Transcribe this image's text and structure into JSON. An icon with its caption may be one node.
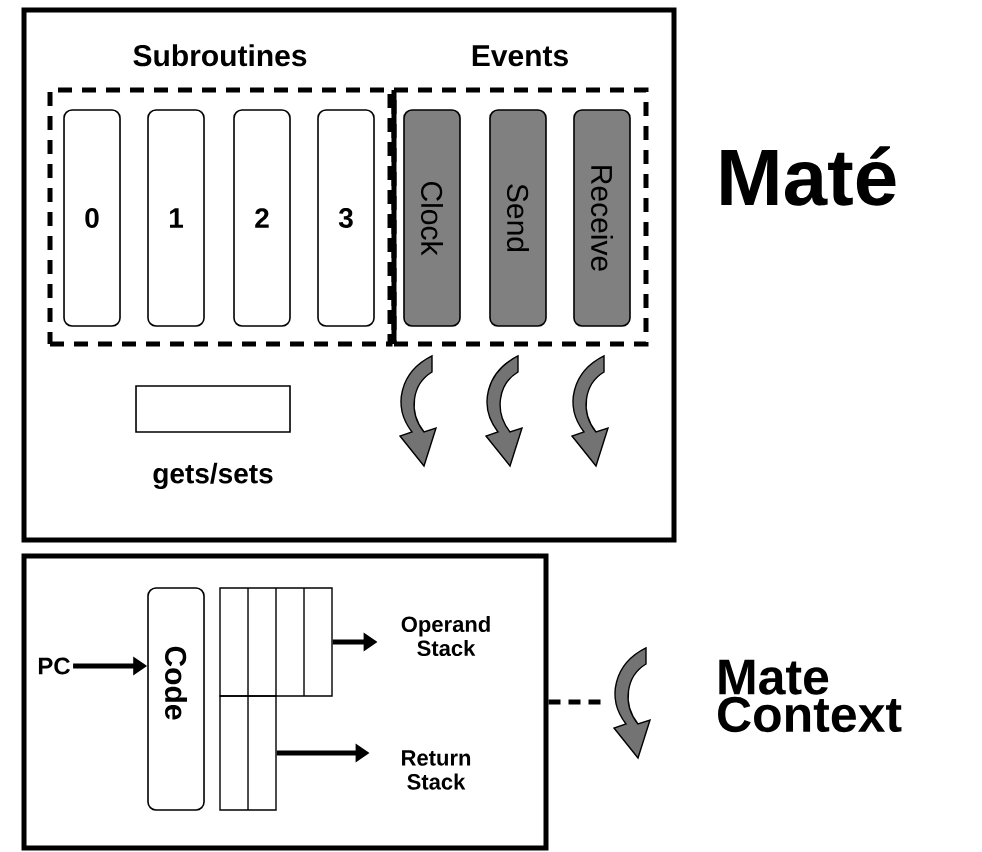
{
  "diagram": {
    "nodes": [
      {
        "text": [],
        "shape": "box"
      },
      {
        "text": [
          "Subroutines"
        ],
        "in": 0
      },
      {
        "text": [
          "Events"
        ],
        "in": 0
      },
      {
        "text": [
          "0"
        ],
        "in": 1
      },
      {
        "text": [
          "1"
        ],
        "in": 1
      },
      {
        "text": [
          "2"
        ],
        "in": 1
      },
      {
        "text": [
          "3"
        ],
        "in": 1
      },
      {
        "text": [
          "Clock"
        ],
        "in": 2
      },
      {
        "text": [
          "Send"
        ],
        "in": 2
      },
      {
        "text": [
          "Receive"
        ],
        "in": 2
      },
      {
        "text": [
          "gets/sets"
        ],
        "in": 0
      },
      {
        "text": [],
        "shape": "box"
      },
      {
        "text": [
          "PC"
        ],
        "in": 11
      },
      {
        "text": [
          "Code"
        ],
        "in": 11
      },
      {
        "text": [],
        "shape": "box",
        "in": 11
      },
      {
        "text": [],
        "shape": "box",
        "in": 11
      },
      {
        "text": [
          "Operand Stack"
        ],
        "in": 11
      },
      {
        "text": [
          "Return Stack"
        ],
        "in": 11
      },
      {
        "text": [],
        "shape": "arrow"
      }
    ],
    "edges": [
      {
        "from": 12,
        "to": 13,
        "arrow": "to"
      },
      {
        "from": 14,
        "to": 16,
        "arrow": "to"
      },
      {
        "from": 15,
        "to": 17,
        "arrow": "to"
      },
      {
        "from": 11,
        "to": 18,
        "arrow": "none",
        "style": "dashed"
      }
    ],
    "labels": [
      "Maté",
      "Mate Context"
    ]
  }
}
